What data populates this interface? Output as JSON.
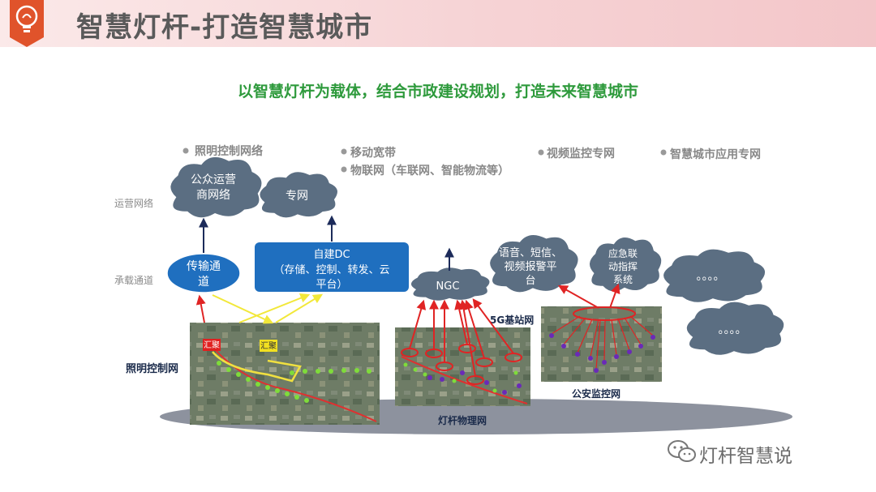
{
  "header": {
    "title": "智慧灯杆-打造智慧城市"
  },
  "subtitle": "以智慧灯杆为载体，结合市政建设规划，打造未来智慧城市",
  "bullets": [
    "照明控制网络",
    "移动宽带",
    "物联网（车联网、智能物流等）",
    "视频监控专网",
    "智慧城市应用专网"
  ],
  "row_labels": {
    "operation": "运营网络",
    "carrier": "承载通道"
  },
  "clouds": {
    "public_operator_line1": "公众运营",
    "public_operator_line2": "商网络",
    "private_net": "专网",
    "ngc": "NGC",
    "voice_line1": "语音、短信、",
    "voice_line2": "视频报警平",
    "voice_line3": "台",
    "emergency_line1": "应急联",
    "emergency_line2": "动指挥",
    "emergency_line3": "系统",
    "dots": "。。。。"
  },
  "transmission": {
    "line1": "传输通",
    "line2": "道"
  },
  "dc": {
    "line1": "自建DC",
    "line2": "（存储、控制、转发、云",
    "line3": "平台）"
  },
  "panels": {
    "lighting_label": "照明控制网",
    "tag_1": "汇聚",
    "tag_2": "汇聚",
    "base_station_label": "5G基站网",
    "pole_label": "灯杆物理网",
    "security_label": "公安监控网"
  },
  "watermark": "灯杆智慧说",
  "colors": {
    "cloud": "#5b6e82",
    "blue_box": "#1f6fbf",
    "arrow_red": "#e02424",
    "arrow_yellow": "#f2e83a",
    "arrow_navy": "#1c2b5a"
  }
}
